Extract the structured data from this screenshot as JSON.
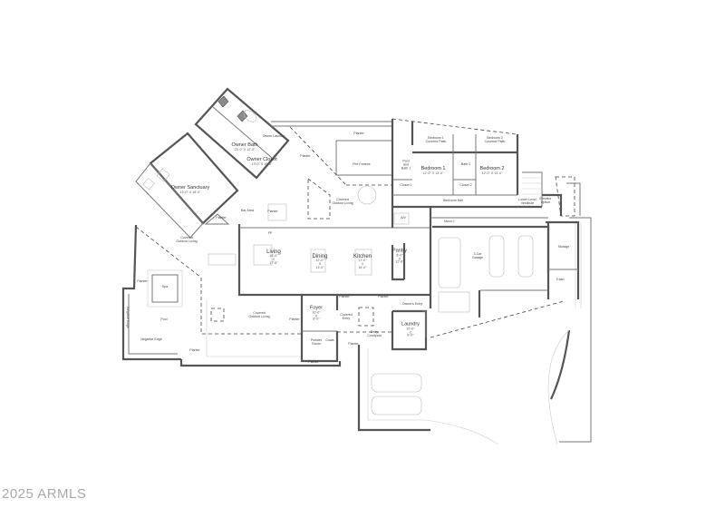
{
  "watermark": "2025 ARMLS",
  "rooms": {
    "owner_bath": {
      "name": "Owner Bath",
      "dim": "23'-0\" X 12'-0\""
    },
    "owner_closet": {
      "name": "Owner Closet",
      "dim": "13'-0\" X 15'-0\""
    },
    "owner_laundry": {
      "name": "Owner Laundry"
    },
    "owner_sanctuary": {
      "name": "Owner Sanctuary",
      "dim": "15'-0\" X 16'-0\""
    },
    "bar_area": {
      "name": "Bar Area"
    },
    "living": {
      "name": "Living",
      "dim1": "16'-0\"",
      "x": "X",
      "dim2": "17'-6\""
    },
    "dining": {
      "name": "Dining",
      "dim1": "12'-0\"",
      "x": "X",
      "dim2": "13'-0\""
    },
    "kitchen": {
      "name": "Kitchen",
      "dim1": "17'-0\"",
      "x": "X",
      "dim2": "16'-0\""
    },
    "pantry": {
      "name": "Pantry",
      "dim1": "8'-0\"",
      "x": "X",
      "dim2": "12'-8\""
    },
    "fire_feature": {
      "name": "Fire Feature"
    },
    "covered_outdoor_living_n": {
      "name": "Covered Outdoor Living"
    },
    "covered_outdoor_living_w": {
      "name": "Covered Outdoor Living"
    },
    "covered_outdoor_living_s": {
      "name": "Covered Outdoor Living"
    },
    "pool_bath_1": {
      "name": "Pool and Bath 1"
    },
    "closet_1": {
      "name": "Closet 1"
    },
    "bedroom_1_patio": {
      "name": "Bedroom 1 Covered Patio"
    },
    "bedroom_1": {
      "name": "Bedroom 1",
      "dim": "12'-0\" X 13'-0\""
    },
    "bath_2": {
      "name": "Bath 2"
    },
    "closet_2": {
      "name": "Closet 2"
    },
    "bedroom_2_patio": {
      "name": "Bedroom 2 Covered Patio"
    },
    "bedroom_2": {
      "name": "Bedroom 2",
      "dim": "12'-0\" X 13'-0\""
    },
    "bedroom_hall": {
      "name": "Bedroom Hall"
    },
    "lower_level_vestibule": {
      "name": "Lower Level Vestibule"
    },
    "elevator_option": {
      "name": "Elevator Option"
    },
    "av": {
      "name": "A/V"
    },
    "mech_1": {
      "name": "Mech 1"
    },
    "garage": {
      "name": "3-Car Garage"
    },
    "storage": {
      "name": "Storage"
    },
    "trash": {
      "name": "Trash"
    },
    "owners_entry": {
      "name": "Owner's Entry"
    },
    "laundry": {
      "name": "Laundry",
      "dim1": "10'-0\"",
      "x": "X",
      "dim2": "8'-0\""
    },
    "foyer": {
      "name": "Foyer",
      "dim1": "10'-0\"",
      "x": "X",
      "dim2": "8'-0\""
    },
    "covered_entry": {
      "name": "Covered Entry"
    },
    "powder_room": {
      "name": "Powder Room"
    },
    "coats": {
      "name": "Coats"
    },
    "entry_courtyard": {
      "name": "Entry Courtyard"
    },
    "spa": {
      "name": "Spa"
    },
    "pool": {
      "name": "Pool"
    },
    "negative_edge_1": {
      "name": "Negative Edge"
    },
    "negative_edge_2": {
      "name": "Negative Edge"
    },
    "fp": {
      "name": "FP"
    }
  },
  "planters": [
    "Planter",
    "Planter",
    "Planter",
    "Planter",
    "Planter",
    "Planter",
    "Planter",
    "Planter",
    "Planter",
    "Planter",
    "Planter",
    "Planter"
  ]
}
